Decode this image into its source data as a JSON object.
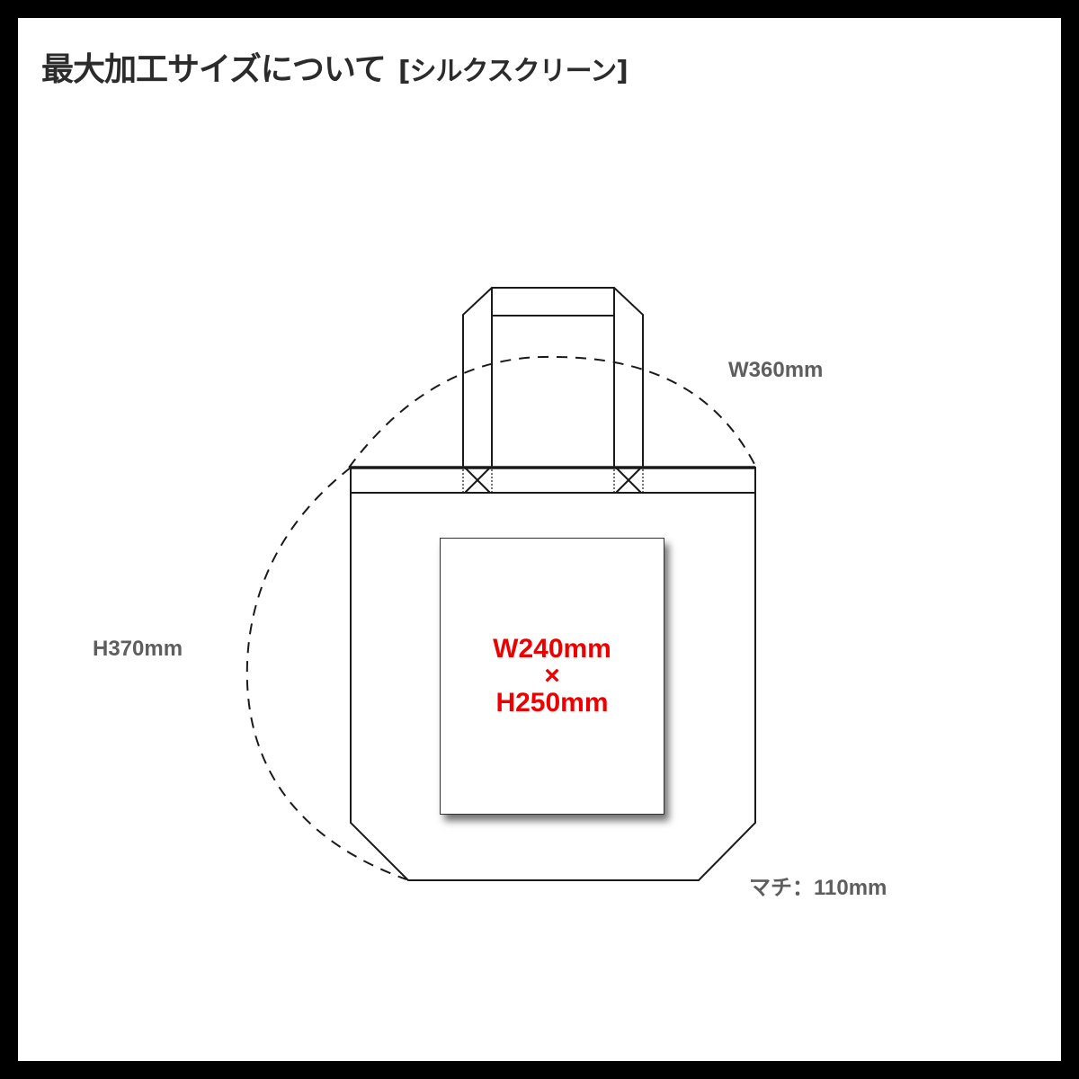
{
  "header": {
    "title": "最大加工サイズについて",
    "subtitle": "[シルクスクリーン]"
  },
  "bag": {
    "width_label": "W360mm",
    "height_label": "H370mm",
    "gusset_label": "マチ：110mm"
  },
  "print_area": {
    "width": "W240mm",
    "times": "×",
    "height": "H250mm",
    "text_color": "#ee0000"
  }
}
